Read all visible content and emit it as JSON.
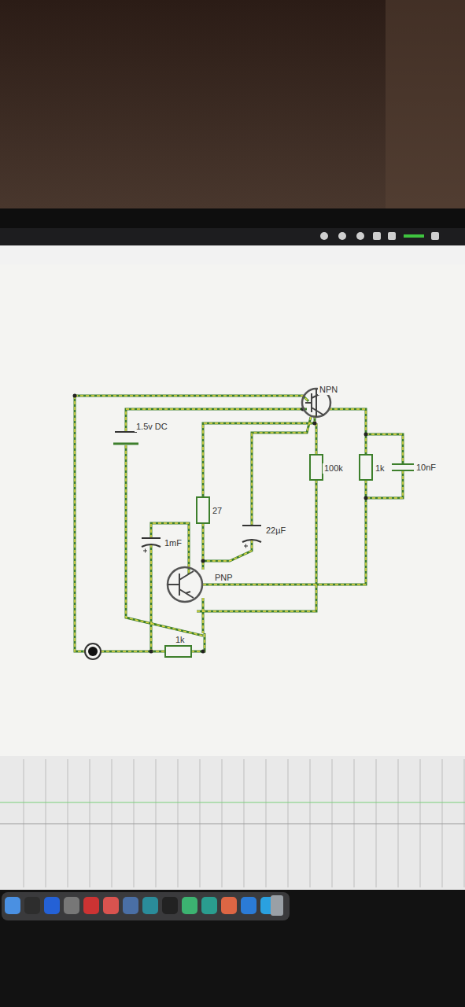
{
  "diagram": {
    "labels": [
      "NPN",
      "1.5v DC",
      "27",
      "22µF",
      "100k",
      "1k",
      "10nF",
      "1mF",
      "PNP",
      "1k"
    ]
  }
}
